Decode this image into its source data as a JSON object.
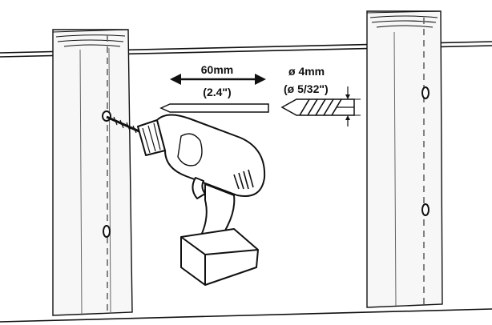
{
  "diagram": {
    "length_dimension": {
      "metric": "60mm",
      "imperial": "(2.4\")"
    },
    "diameter_dimension": {
      "metric": "ø 4mm",
      "imperial": "(ø 5/32\")"
    }
  },
  "colors": {
    "line": "#111111",
    "post_fill": "#f7f7f7",
    "drill_fill": "#ffffff"
  }
}
